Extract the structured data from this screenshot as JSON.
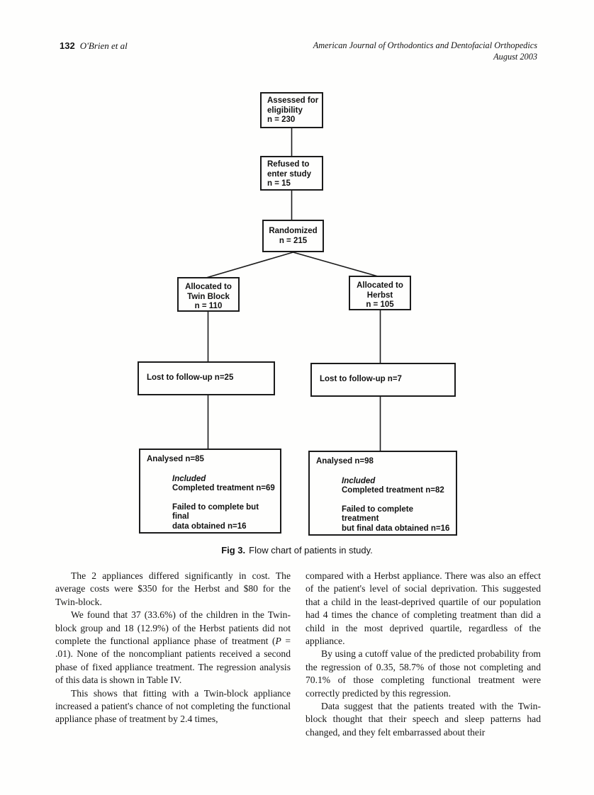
{
  "header": {
    "page_number": "132",
    "authors": "O'Brien et al",
    "journal_line": "American Journal of Orthodontics and Dentofacial Orthopedics",
    "issue_line": "August 2003"
  },
  "flowchart": {
    "assessed": {
      "lines": [
        "Assessed for",
        "eligibility",
        "n = 230"
      ]
    },
    "refused": {
      "lines": [
        "Refused to",
        "enter study",
        "n = 15"
      ]
    },
    "randomized": {
      "lines": [
        "Randomized",
        "n = 215"
      ]
    },
    "allocated_twin_block": {
      "lines": [
        "Allocated to",
        "Twin Block",
        "n = 110"
      ]
    },
    "allocated_herbst": {
      "lines": [
        "Allocated to",
        "Herbst",
        "n = 105"
      ]
    },
    "lost_left": {
      "text": "Lost to follow-up n=25"
    },
    "lost_right": {
      "text": "Lost to follow-up n=7"
    },
    "analysed_left": {
      "title": "Analysed n=85",
      "included_label": "Included",
      "completed": "Completed treatment n=69",
      "failed_lines": [
        "Failed to complete but final",
        "data obtained n=16"
      ]
    },
    "analysed_right": {
      "title": "Analysed n=98",
      "included_label": "Included",
      "completed": "Completed treatment n=82",
      "failed_lines": [
        "Failed to complete treatment",
        "but final data obtained n=16"
      ]
    }
  },
  "caption": {
    "label": "Fig 3.",
    "text": "Flow chart of patients in study."
  },
  "body": {
    "left_column": {
      "para1": "The 2 appliances differed significantly in cost. The average costs were $350 for the Herbst and $80 for the Twin-block.",
      "para2_before": "We found that 37 (33.6%) of the children in the Twin-block group and 18 (12.9%) of the Herbst patients did not complete the functional appliance phase of treatment (",
      "para2_italic": "P",
      "para2_after": " = .01). None of the noncompliant patients received a second phase of fixed appliance treatment. The regression analysis of this data is shown in Table IV.",
      "para3": "This shows that fitting with a Twin-block appliance increased a patient's chance of not completing the functional appliance phase of treatment by 2.4 times,"
    },
    "right_column": {
      "para1": "compared with a Herbst appliance. There was also an effect of the patient's level of social deprivation. This suggested that a child in the least-deprived quartile of our population had 4 times the chance of completing treatment than did a child in the most deprived quartile, regardless of the appliance.",
      "para2": "By using a cutoff value of the predicted probability from the regression of 0.35, 58.7% of those not completing and 70.1% of those completing functional treatment were correctly predicted by this regression.",
      "para3": "Data suggest that the patients treated with the Twin-block thought that their speech and sleep patterns had changed, and they felt embarrassed about their"
    }
  }
}
